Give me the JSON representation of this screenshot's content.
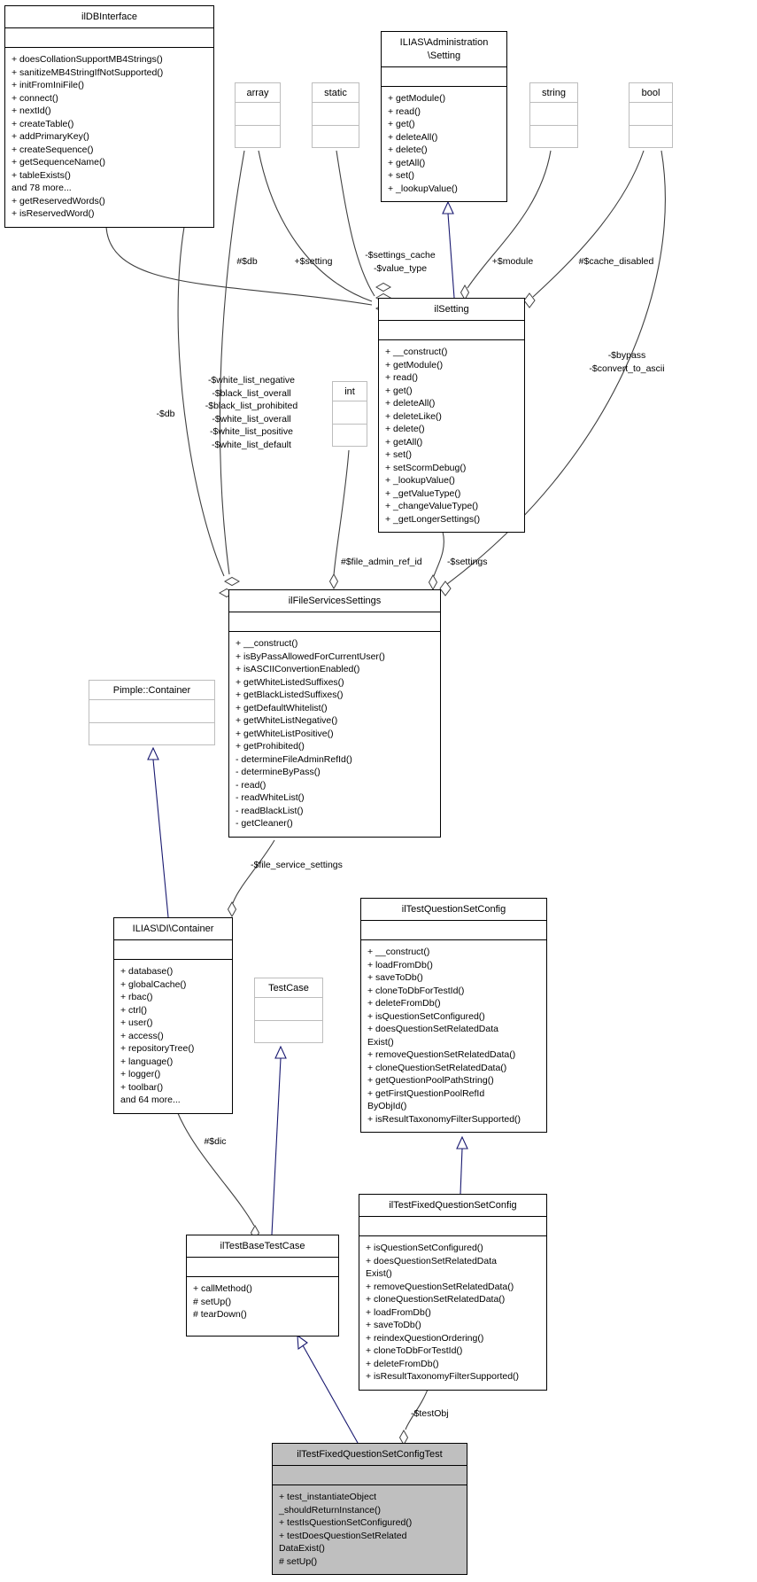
{
  "colors": {
    "edge": "#404040",
    "inheritance": "#191970",
    "highlight_fill": "#bfbfbf",
    "type_border": "#bdbdbd"
  },
  "classes": {
    "ilDBInterface": {
      "title": "ilDBInterface",
      "members": [
        "+ doesCollationSupportMB4Strings()",
        "+ sanitizeMB4StringIfNotSupported()",
        "+ initFromIniFile()",
        "+ connect()",
        "+ nextId()",
        "+ createTable()",
        "+ addPrimaryKey()",
        "+ createSequence()",
        "+ getSequenceName()",
        "+ tableExists()",
        "and 78 more...",
        "+ getReservedWords()",
        "+ isReservedWord()"
      ]
    },
    "array": {
      "title": "array"
    },
    "static": {
      "title": "static"
    },
    "adminSetting": {
      "title": "ILIAS\\Administration\n\\Setting",
      "members": [
        "+ getModule()",
        "+ read()",
        "+ get()",
        "+ deleteAll()",
        "+ delete()",
        "+ getAll()",
        "+ set()",
        "+ _lookupValue()"
      ]
    },
    "string": {
      "title": "string"
    },
    "bool": {
      "title": "bool"
    },
    "ilSetting": {
      "title": "ilSetting",
      "members": [
        "+ __construct()",
        "+ getModule()",
        "+ read()",
        "+ get()",
        "+ deleteAll()",
        "+ deleteLike()",
        "+ delete()",
        "+ getAll()",
        "+ set()",
        "+ setScormDebug()",
        "+ _lookupValue()",
        "+ _getValueType()",
        "+ _changeValueType()",
        "+ _getLongerSettings()"
      ]
    },
    "int": {
      "title": "int"
    },
    "ilFileServicesSettings": {
      "title": "ilFileServicesSettings",
      "members": [
        "+ __construct()",
        "+ isByPassAllowedForCurrentUser()",
        "+ isASCIIConvertionEnabled()",
        "+ getWhiteListedSuffixes()",
        "+ getBlackListedSuffixes()",
        "+ getDefaultWhitelist()",
        "+ getWhiteListNegative()",
        "+ getWhiteListPositive()",
        "+ getProhibited()",
        "- determineFileAdminRefId()",
        "- determineByPass()",
        "- read()",
        "- readWhiteList()",
        "- readBlackList()",
        "- getCleaner()"
      ]
    },
    "pimpleContainer": {
      "title": "Pimple::Container"
    },
    "diContainer": {
      "title": "ILIAS\\DI\\Container",
      "members": [
        "+ database()",
        "+ globalCache()",
        "+ rbac()",
        "+ ctrl()",
        "+ user()",
        "+ access()",
        "+ repositoryTree()",
        "+ language()",
        "+ logger()",
        "+ toolbar()",
        "and 64 more..."
      ]
    },
    "testCase": {
      "title": "TestCase"
    },
    "ilTestQuestionSetConfig": {
      "title": "ilTestQuestionSetConfig",
      "members": [
        "+ __construct()",
        "+ loadFromDb()",
        "+ saveToDb()",
        "+ cloneToDbForTestId()",
        "+ deleteFromDb()",
        "+ isQuestionSetConfigured()",
        "+ doesQuestionSetRelatedData\nExist()",
        "+ removeQuestionSetRelatedData()",
        "+ cloneQuestionSetRelatedData()",
        "+ getQuestionPoolPathString()",
        "+ getFirstQuestionPoolRefId\nByObjId()",
        "+ isResultTaxonomyFilterSupported()"
      ]
    },
    "ilTestFixedQuestionSetConfig": {
      "title": "ilTestFixedQuestionSetConfig",
      "members": [
        "+ isQuestionSetConfigured()",
        "+ doesQuestionSetRelatedData\nExist()",
        "+ removeQuestionSetRelatedData()",
        "+ cloneQuestionSetRelatedData()",
        "+ loadFromDb()",
        "+ saveToDb()",
        "+ reindexQuestionOrdering()",
        "+ cloneToDbForTestId()",
        "+ deleteFromDb()",
        "+ isResultTaxonomyFilterSupported()"
      ]
    },
    "ilTestBaseTestCase": {
      "title": "ilTestBaseTestCase",
      "members": [
        "+ callMethod()",
        "# setUp()",
        "# tearDown()"
      ]
    },
    "ilTestFixedQuestionSetConfigTest": {
      "title": "ilTestFixedQuestionSetConfigTest",
      "members": [
        "+ test_instantiateObject\n_shouldReturnInstance()",
        "+ testIsQuestionSetConfigured()",
        "+ testDoesQuestionSetRelated\nDataExist()",
        "# setUp()"
      ]
    }
  },
  "edge_labels": {
    "db_setting": "#$db",
    "setting": "+$setting",
    "settings_cache": "-$settings_cache\n-$value_type",
    "module": "+$module",
    "cache_disabled": "#$cache_disabled",
    "db_fss": "-$db",
    "white_lists": "-$white_list_negative\n-$black_list_overall\n-$black_list_prohibited\n-$white_list_overall\n-$white_list_positive\n-$white_list_default",
    "bypass": "-$bypass\n-$convert_to_ascii",
    "file_admin_ref_id": "#$file_admin_ref_id",
    "settings": "-$settings",
    "file_service_settings": "-$file_service_settings",
    "dic": "#$dic",
    "testObj": "-$testObj"
  }
}
